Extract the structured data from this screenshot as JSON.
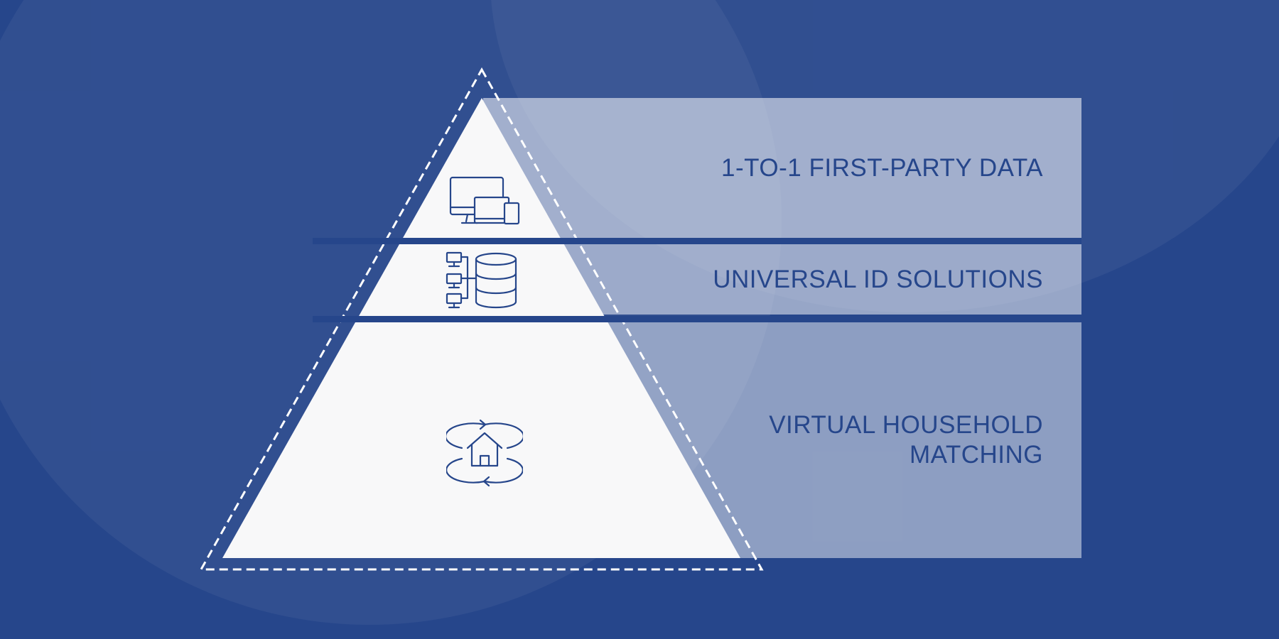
{
  "colors": {
    "background": "#26468b",
    "pyramid_fill": "#ffffff",
    "icon_stroke": "#26468b",
    "label_text": "#26468b"
  },
  "levels": [
    {
      "label": "1-TO-1 FIRST-PARTY DATA",
      "icon": "devices-icon"
    },
    {
      "label": "UNIVERSAL ID SOLUTIONS",
      "icon": "database-network-icon"
    },
    {
      "label": "VIRTUAL HOUSEHOLD\nMATCHING",
      "icon": "household-sync-icon"
    }
  ]
}
